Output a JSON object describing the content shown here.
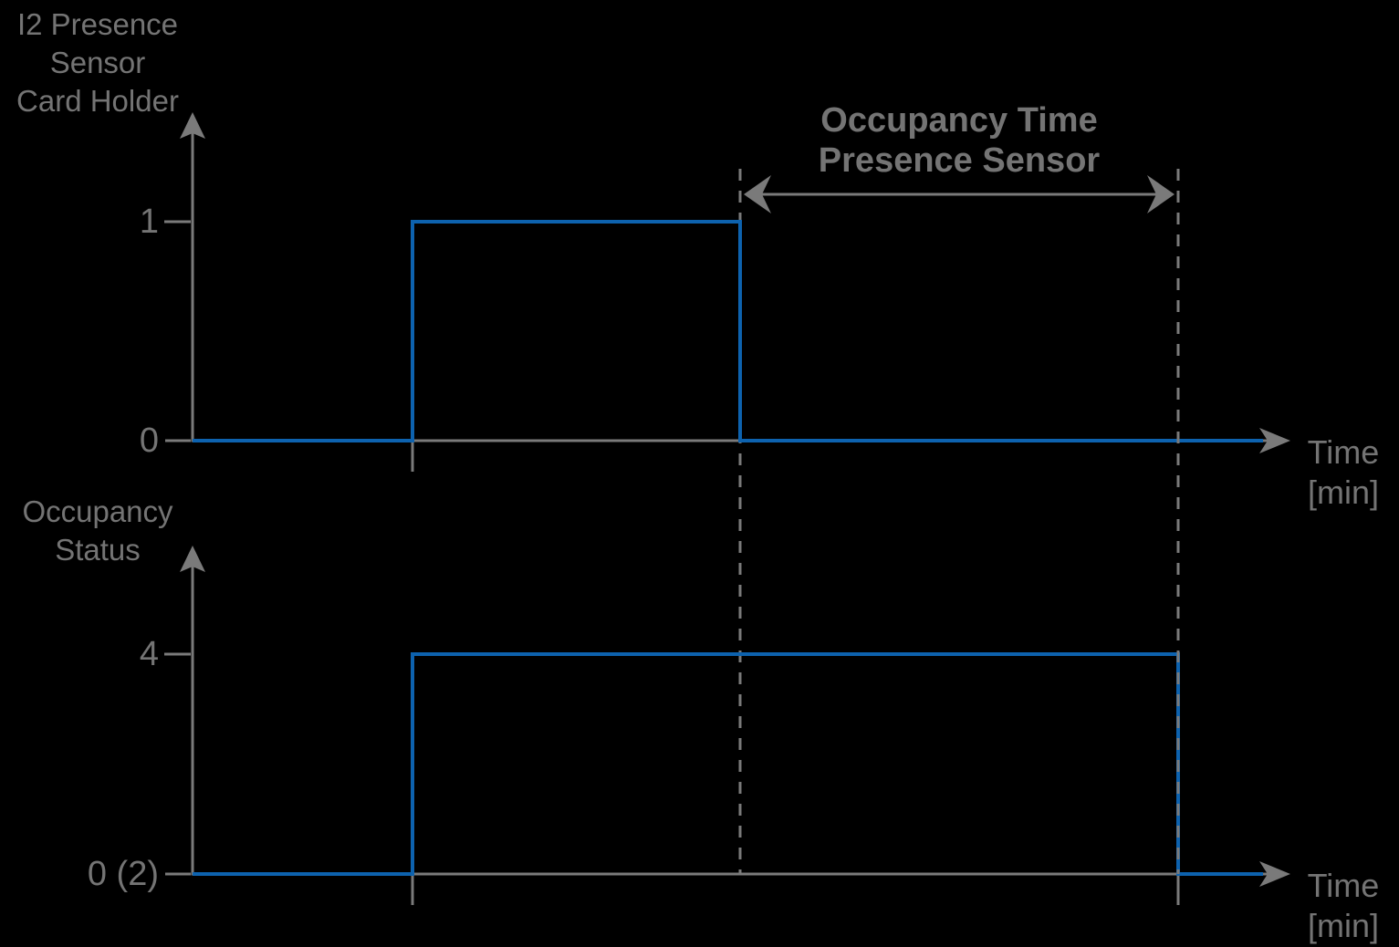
{
  "colors": {
    "signal_blue": "#0d62ae",
    "axis_gray": "#7a7a7a",
    "text_gray": "#747474",
    "background": "#000000"
  },
  "top_chart": {
    "title_lines": [
      "I2 Presence",
      "Sensor",
      "Card Holder"
    ],
    "tick_high": "1",
    "tick_low": "0",
    "x_axis_label_lines": [
      "Time",
      "[min]"
    ],
    "annotation_lines": [
      "Occupancy Time",
      "Presence Sensor"
    ]
  },
  "bottom_chart": {
    "title_lines": [
      "Occupancy",
      "Status"
    ],
    "tick_high": "4",
    "tick_low": "0 (2)",
    "x_axis_label_lines": [
      "Time",
      "[min]"
    ]
  },
  "chart_data": [
    {
      "type": "line",
      "subtype": "digital-step-signal",
      "title": "I2 Presence Sensor Card Holder",
      "xlabel": "Time [min]",
      "ylabel": "",
      "yticks": [
        "0",
        "1"
      ],
      "ylim": [
        0,
        1
      ],
      "x_axis_numeric_labels": "none (unlabeled time axis, relative units)",
      "grid": false,
      "legend": "none",
      "line_color": "#0d62ae",
      "points": [
        {
          "x": 0,
          "y": 0
        },
        {
          "x": 2,
          "y": 0
        },
        {
          "x": 2,
          "y": 1
        },
        {
          "x": 5,
          "y": 1
        },
        {
          "x": 5,
          "y": 0
        },
        {
          "x": 9.8,
          "y": 0
        }
      ],
      "dashed_guides_x": [
        5,
        9
      ],
      "annotations": [
        {
          "text": "Occupancy Time Presence Sensor",
          "style": "horizontal double-headed arrow between dashed guide lines",
          "from_x": 5,
          "to_x": 9
        }
      ]
    },
    {
      "type": "line",
      "subtype": "digital-step-signal",
      "title": "Occupancy Status",
      "xlabel": "Time [min]",
      "ylabel": "",
      "yticks": [
        "0 (2)",
        "4"
      ],
      "ylim": [
        0,
        4
      ],
      "x_axis_numeric_labels": "none (unlabeled time axis, relative units)",
      "grid": false,
      "legend": "none",
      "line_color": "#0d62ae",
      "points": [
        {
          "x": 0,
          "y": 0
        },
        {
          "x": 2,
          "y": 0
        },
        {
          "x": 2,
          "y": 4
        },
        {
          "x": 9,
          "y": 4
        },
        {
          "x": 9,
          "y": 0
        },
        {
          "x": 9.8,
          "y": 0
        }
      ]
    }
  ]
}
